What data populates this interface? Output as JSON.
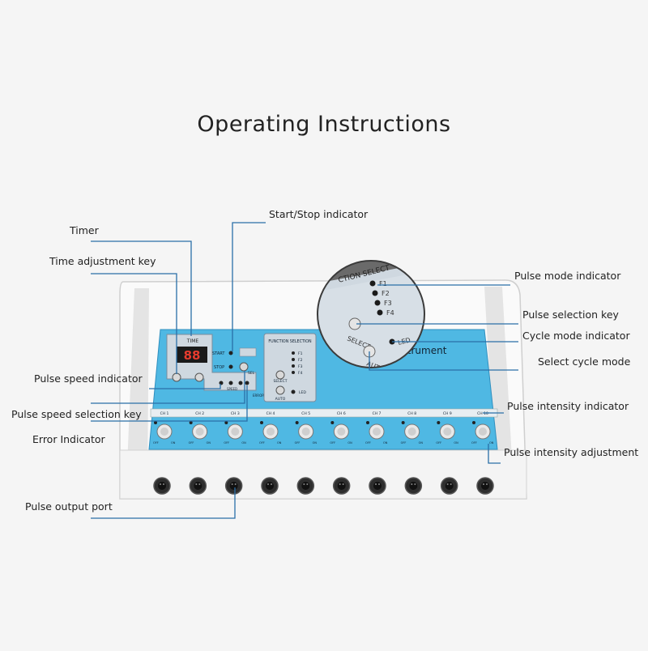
{
  "title": "Operating Instructions",
  "labels": {
    "timer": "Timer",
    "time_adjustment_key": "Time adjustment key",
    "start_stop_indicator": "Start/Stop indicator",
    "pulse_speed_indicator": "Pulse speed indicator",
    "pulse_speed_selection_key": "Pulse speed selection key",
    "error_indicator": "Error Indicator",
    "pulse_output_port": "Pulse output port",
    "pulse_mode_indicator": "Pulse mode indicator",
    "pulse_selection_key": "Pulse selection key",
    "cycle_mode_indicator": "Cycle mode indicator",
    "select_cycle_mode": "Select cycle mode",
    "pulse_intensity_indicator": "Pulse intensity indicator",
    "pulse_intensity_adjustment": "Pulse intensity adjustment"
  },
  "device": {
    "panel_title": "tion Instrument",
    "time_label": "TIME",
    "time_display": "88",
    "start_label": "START",
    "stop_label": "STOP",
    "sel_label": "SEL",
    "speed_label": "SPEED",
    "error_label": "ERROR",
    "function_selection_label": "FUNCTION SELECTION",
    "function_selection_zoom_label": "CTION SELECT",
    "modes": [
      "F1",
      "F2",
      "F3",
      "F4"
    ],
    "select_label": "SELECT",
    "auto_label": "AUTO",
    "led_label": "LED",
    "channels": [
      "CH 1",
      "CH 2",
      "CH 3",
      "CH 4",
      "CH 5",
      "CH 6",
      "CH 7",
      "CH 8",
      "CH 9",
      "CH 10"
    ],
    "off_label": "OFF",
    "on_label": "ON"
  },
  "colors": {
    "panel_blue": "#4fb8e3",
    "line_blue": "#2a6fa8",
    "display_red": "#e63b2e",
    "casing": "#f2f2f2"
  }
}
